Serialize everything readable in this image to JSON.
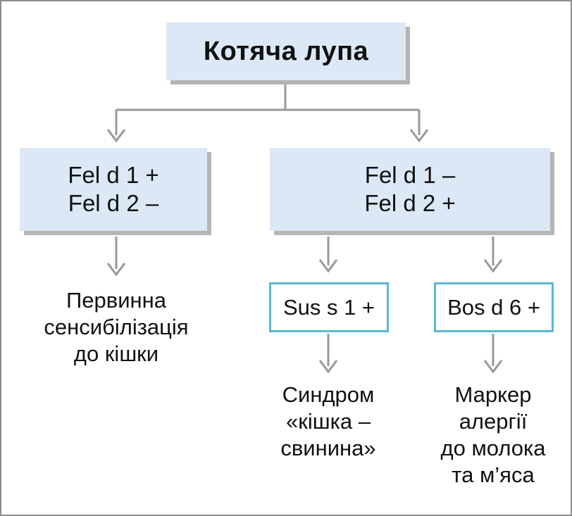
{
  "root": {
    "title": "Котяча лупа"
  },
  "left_node": {
    "line1": "Fel d 1 +",
    "line2": "Fel d 2 –"
  },
  "right_node": {
    "line1": "Fel d 1 –",
    "line2": "Fel d 2 +"
  },
  "left_outcome": {
    "lines": [
      "Первинна",
      "сенсибілізація",
      "до кішки"
    ]
  },
  "sus_marker": {
    "label": "Sus s 1 +"
  },
  "bos_marker": {
    "label": "Bos d 6 +"
  },
  "sus_outcome": {
    "lines": [
      "Синдром",
      "«кішка –",
      "свинина»"
    ]
  },
  "bos_outcome": {
    "lines": [
      "Маркер",
      "алергії",
      "до молока",
      "та м’яса"
    ]
  },
  "colors": {
    "node_fill": "#dce8f5",
    "node_shadow": "#b5b5b5",
    "marker_border": "#5bb8d2",
    "connector": "#999999",
    "frame": "#8c8c8c"
  }
}
